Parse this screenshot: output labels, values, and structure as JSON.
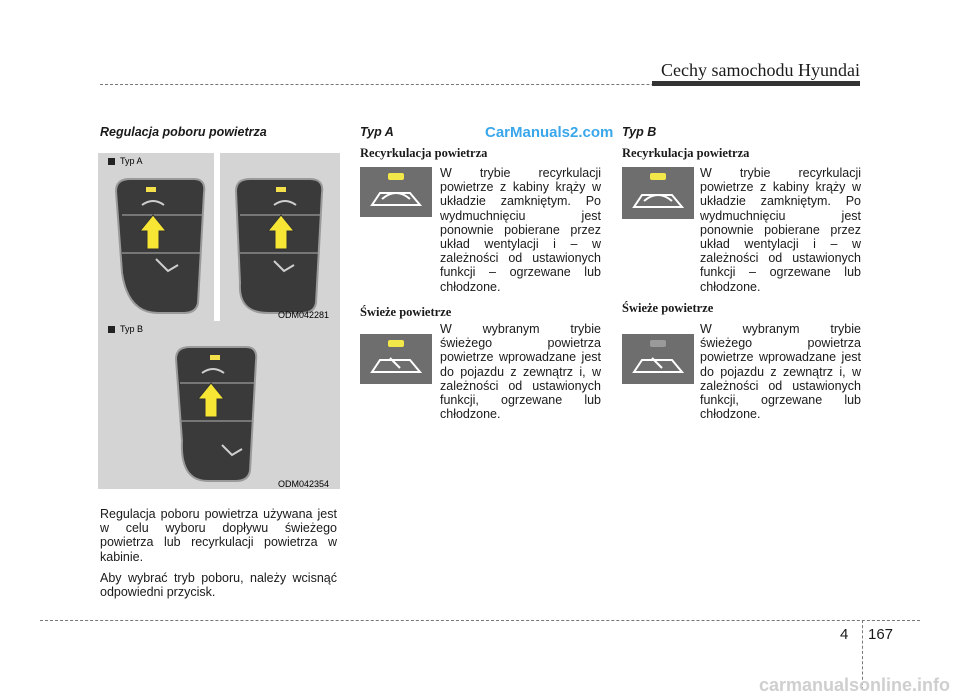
{
  "header": {
    "title": "Cechy samochodu Hyundai"
  },
  "watermark": "CarManuals2.com",
  "left": {
    "section_title": "Regulacja poboru powietrza",
    "label_typ_a": "Typ A",
    "label_typ_b": "Typ B",
    "code_a": "ODM042281",
    "code_b": "ODM042354",
    "para1": "Regulacja poboru powietrza używana jest w celu wyboru dopływu świeżego powietrza lub recyrkulacji powietrza w kabinie.",
    "para2": "Aby wybrać tryb poboru, należy wcisnąć odpowiedni przycisk."
  },
  "typ_a": {
    "title": "Typ A",
    "recirc_title": "Recyrkulacja powietrza",
    "recirc_text": "W trybie recyrkulacji powietrze z kabiny krąży w układzie zamkniętym. Po wydmuchnięciu jest ponownie pobierane przez układ wentylacji i – w zależności od ustawionych funkcji – ogrzewane lub chłodzone.",
    "fresh_title": "Świeże powietrze",
    "fresh_text": "W wybranym trybie świeżego powietrza powietrze wprowadzane jest do pojazdu z zewnątrz i, w zależności od ustawionych funkcji, ogrzewane lub chłodzone."
  },
  "typ_b": {
    "title": "Typ B",
    "recirc_title": "Recyrkulacja powietrza",
    "recirc_text": "W trybie recyrkulacji powietrze z kabiny krąży w układzie zamkniętym. Po wydmuchnięciu jest ponownie pobierane przez układ wentylacji i – w zależności od ustawionych funkcji – ogrzewane lub chłodzone.",
    "fresh_title": "Świeże powietrze",
    "fresh_text": "W wybranym trybie świeżego powietrza powietrze wprowadzane jest do pojazdu z zewnątrz i, w zależności od ustawionych funkcji, ogrzewane lub chłodzone."
  },
  "footer": {
    "chapter": "4",
    "page": "167",
    "site": "carmanualsonline.info"
  }
}
